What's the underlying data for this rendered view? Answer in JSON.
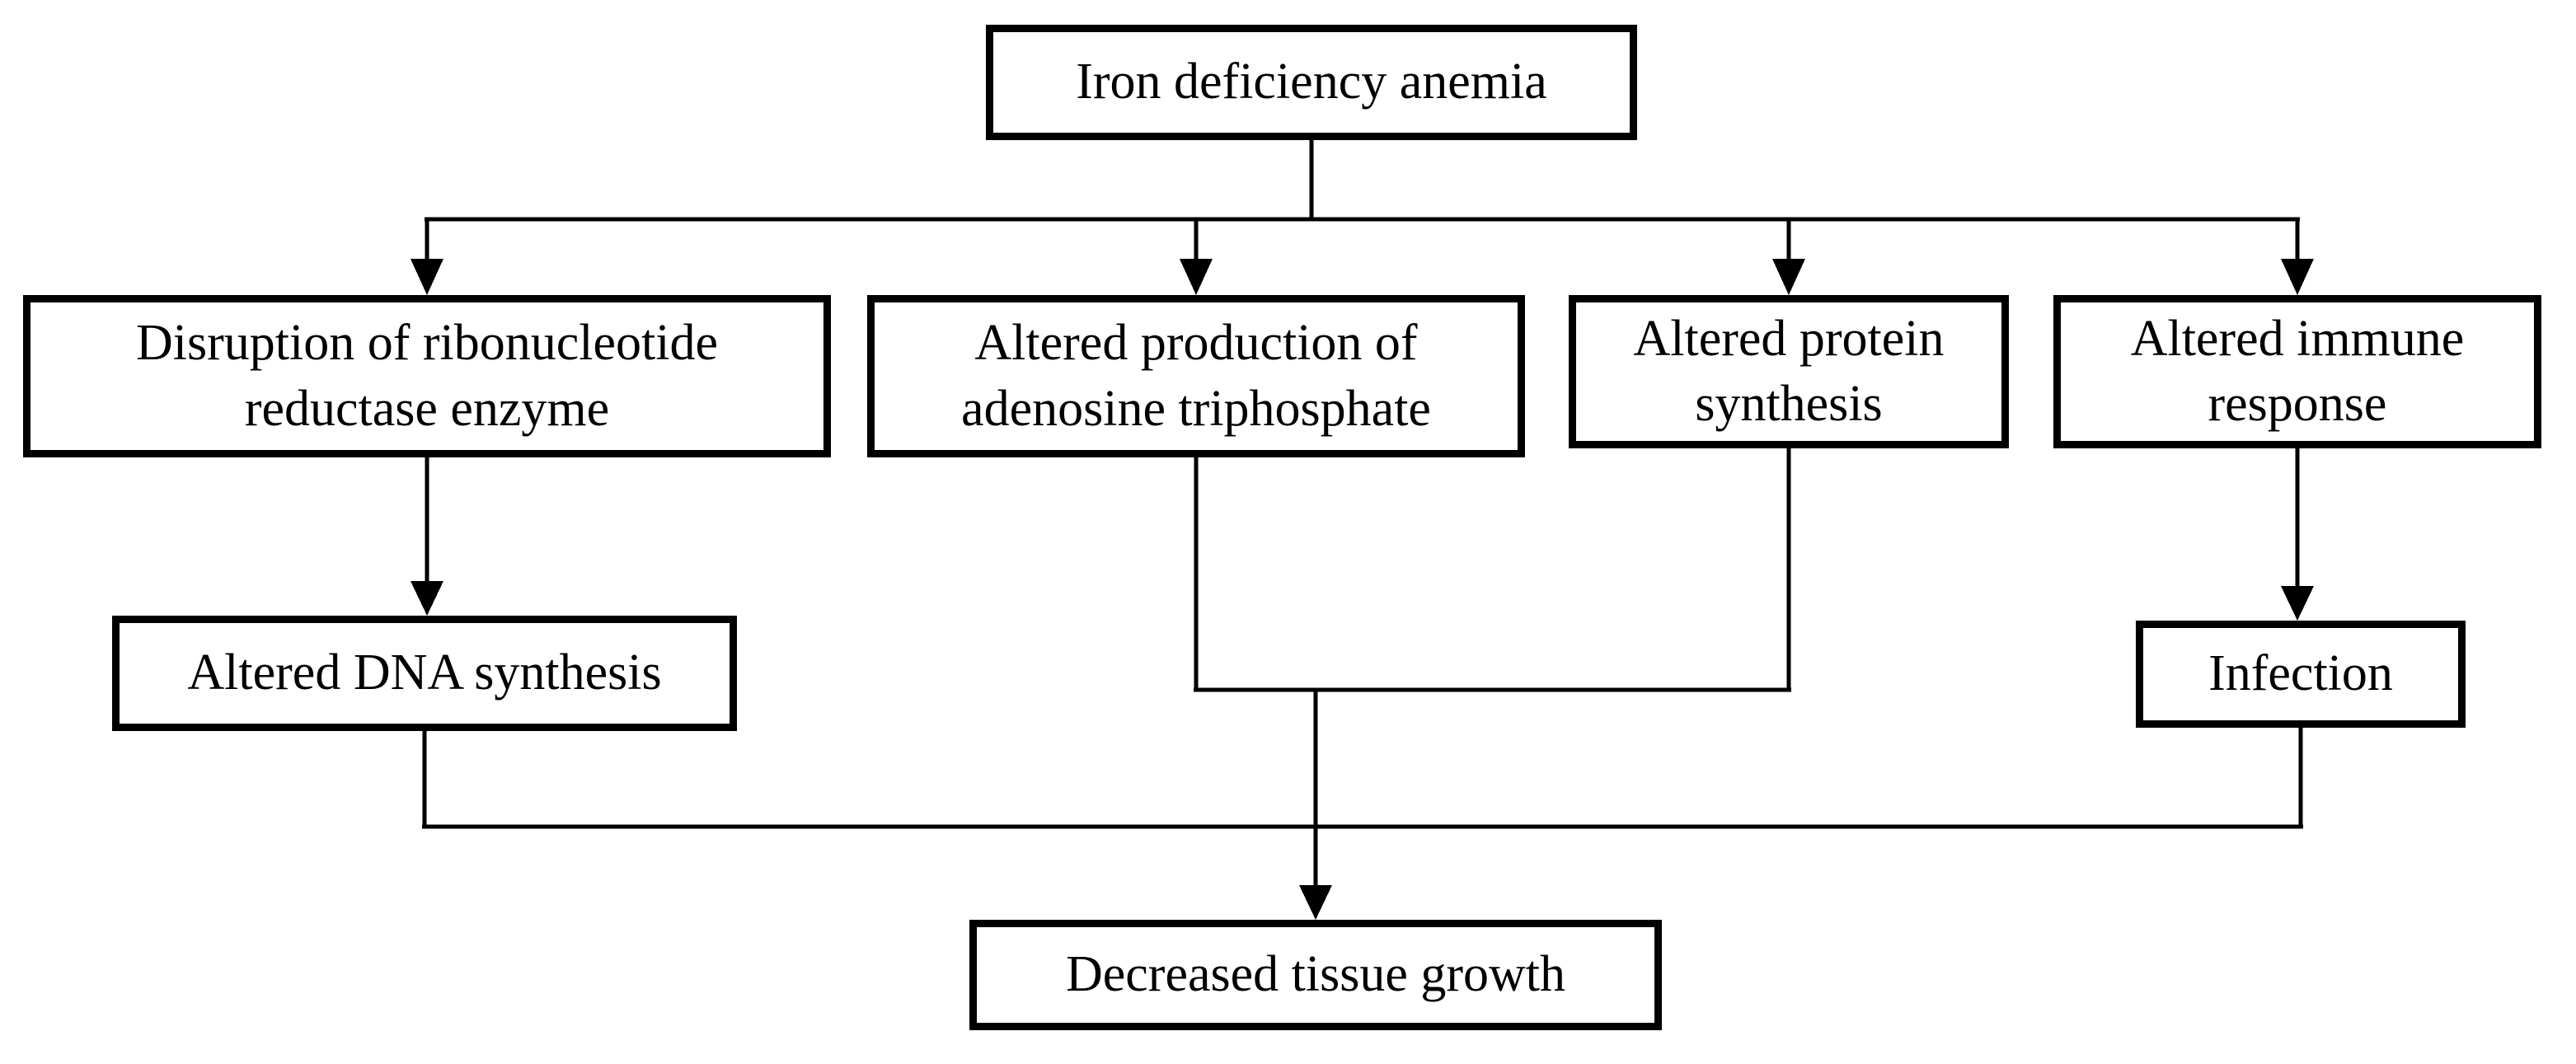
{
  "page": {
    "background_color": "#ffffff",
    "line_color": "#000000",
    "box_fill_color": "#ffffff",
    "box_border_color": "#000000",
    "text_color": "#000000"
  },
  "diagram": {
    "type": "flowchart",
    "nodes": {
      "iron": {
        "label": "Iron deficiency anemia"
      },
      "disruption": {
        "label": "Disruption of ribonucleotide reductase enzyme"
      },
      "production": {
        "label": "Altered production of adenosine triphosphate"
      },
      "protein": {
        "label": "Altered protein synthesis"
      },
      "immune": {
        "label": "Altered immune response"
      },
      "dna": {
        "label": "Altered DNA synthesis"
      },
      "infection": {
        "label": "Infection"
      },
      "tissue": {
        "label": "Decreased tissue growth"
      }
    },
    "edges": [
      {
        "from": "iron",
        "to": "disruption",
        "arrow": true
      },
      {
        "from": "iron",
        "to": "production",
        "arrow": true
      },
      {
        "from": "iron",
        "to": "protein",
        "arrow": true
      },
      {
        "from": "iron",
        "to": "immune",
        "arrow": true
      },
      {
        "from": "disruption",
        "to": "dna",
        "arrow": true
      },
      {
        "from": "immune",
        "to": "infection",
        "arrow": true
      },
      {
        "from": "production",
        "to": "tissue",
        "arrow": true
      },
      {
        "from": "protein",
        "to": "tissue",
        "arrow": true
      },
      {
        "from": "dna",
        "to": "tissue",
        "arrow": true
      },
      {
        "from": "infection",
        "to": "tissue",
        "arrow": true
      }
    ]
  }
}
